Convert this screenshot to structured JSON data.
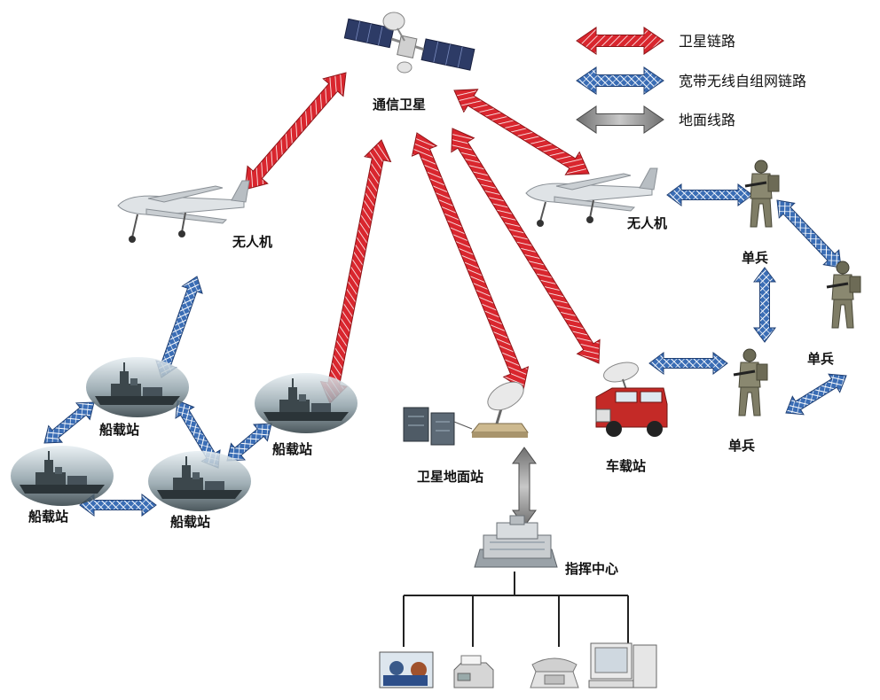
{
  "colors": {
    "satellite_link": "#d9262e",
    "wireless_link": "#3a6db5",
    "ground_link": "#8c8c8c",
    "wire": "#222222"
  },
  "legend": {
    "satellite": "卫星链路",
    "wireless": "宽带无线自组网链路",
    "ground": "地面线路"
  },
  "nodes": {
    "satellite": "通信卫星",
    "uav_left": "无人机",
    "uav_right": "无人机",
    "ship_1": "船载站",
    "ship_2": "船载站",
    "ship_3": "船载站",
    "ship_4": "船载站",
    "ground_station": "卫星地面站",
    "vehicle_station": "车载站",
    "soldier_1": "单兵",
    "soldier_2": "单兵",
    "soldier_3": "单兵",
    "command_center": "指挥中心"
  },
  "terminals": [
    "video-terminal-icon",
    "fax-icon",
    "telephone-icon",
    "computer-icon"
  ]
}
